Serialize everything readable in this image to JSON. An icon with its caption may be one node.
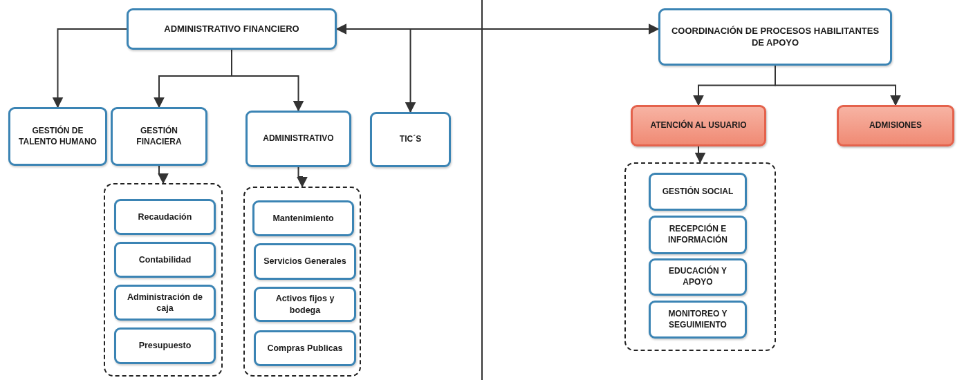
{
  "diagram": {
    "nodes": [
      {
        "text": [
          "ADMINISTRATIVO FINANCIERO"
        ]
      },
      {
        "text": [
          "GESTIÓN DE TALENTO HUMANO"
        ]
      },
      {
        "text": [
          "GESTIÓN FINACIERA"
        ]
      },
      {
        "text": [
          "ADMINISTRATIVO"
        ]
      },
      {
        "text": [
          "TIC´S"
        ]
      },
      {
        "text": [],
        "shape": "box"
      },
      {
        "text": [
          "Recaudación"
        ],
        "in": 5
      },
      {
        "text": [
          "Contabilidad"
        ],
        "in": 5
      },
      {
        "text": [
          "Administración de caja"
        ],
        "in": 5
      },
      {
        "text": [
          "Presupuesto"
        ],
        "in": 5
      },
      {
        "text": [],
        "shape": "box"
      },
      {
        "text": [
          "Mantenimiento"
        ],
        "in": 10
      },
      {
        "text": [
          "Servicios Generales"
        ],
        "in": 10
      },
      {
        "text": [
          "Activos fijos y bodega"
        ],
        "in": 10
      },
      {
        "text": [
          "Compras Publicas"
        ],
        "in": 10
      },
      {
        "text": [
          "COORDINACIÓN DE PROCESOS HABILITANTES DE APOYO"
        ]
      },
      {
        "text": [
          "ATENCIÓN AL USUARIO"
        ]
      },
      {
        "text": [
          "ADMISIONES"
        ]
      },
      {
        "text": [],
        "shape": "box"
      },
      {
        "text": [
          "GESTIÓN SOCIAL"
        ],
        "in": 18
      },
      {
        "text": [
          "RECEPCIÓN E INFORMACIÓN"
        ],
        "in": 18
      },
      {
        "text": [
          "EDUCACIÓN Y APOYO"
        ],
        "in": 18
      },
      {
        "text": [
          "MONITOREO Y SEGUIMIENTO"
        ],
        "in": 18
      }
    ],
    "edges": [
      {
        "from": 0,
        "to": 1,
        "arrow": "to"
      },
      {
        "from": 0,
        "to": 2,
        "arrow": "to"
      },
      {
        "from": 0,
        "to": 3,
        "arrow": "to"
      },
      {
        "from": 0,
        "to": 4,
        "arrow": "to"
      },
      {
        "from": 0,
        "to": 15,
        "arrow": "both"
      },
      {
        "from": 2,
        "to": 5,
        "arrow": "to"
      },
      {
        "from": 3,
        "to": 10,
        "arrow": "to"
      },
      {
        "from": 15,
        "to": 16,
        "arrow": "to"
      },
      {
        "from": 15,
        "to": 17,
        "arrow": "to"
      },
      {
        "from": 16,
        "to": 18,
        "arrow": "to"
      }
    ]
  }
}
